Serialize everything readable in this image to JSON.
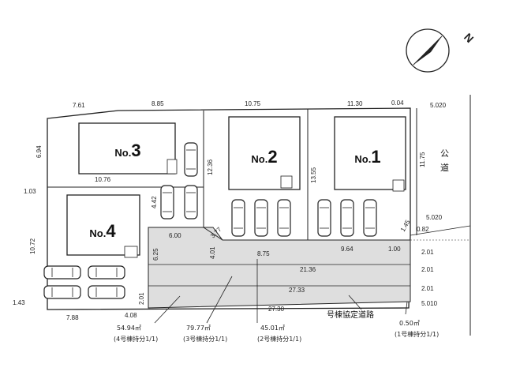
{
  "compass": {
    "label": "N"
  },
  "lots": [
    {
      "name_prefix": "No.",
      "name_number": "3"
    },
    {
      "name_prefix": "No.",
      "name_number": "2"
    },
    {
      "name_prefix": "No.",
      "name_number": "1"
    },
    {
      "name_prefix": "No.",
      "name_number": "4"
    }
  ],
  "public_road": {
    "char1": "公",
    "char2": "道"
  },
  "dimensions": {
    "top": [
      "7.61",
      "8.85",
      "10.75",
      "11.30",
      "0.04",
      "5.020"
    ],
    "left": [
      "6.94",
      "1.03",
      "10.72",
      "1.43"
    ],
    "lot3_bottom": "10.76",
    "lot3_right": "12.36",
    "lot2_right": "13.55",
    "lot1_right": "11.75",
    "lot4_top": "6.00",
    "lot4_parking": "4.42",
    "lot4_right": "6.25",
    "bottom_left": "7.88",
    "corner_a": "3.77",
    "corner_b": "4.01",
    "lot2_front": "8.75",
    "lot1_front": "9.64",
    "lot1_front_right": "1.00",
    "corner_right": "1.45",
    "right_block": "5.020",
    "right_small": [
      "0.82",
      "2.01",
      "2.01",
      "2.01"
    ],
    "right_bottom": "5.010",
    "road_row1": "21.36",
    "road_row2": "27.33",
    "road_row3": "27.30",
    "road_left_a": "4.08",
    "road_left_b": "2.01"
  },
  "shares": [
    {
      "area": "54.94㎡",
      "note": "(4号棟持分1/1)"
    },
    {
      "area": "79.77㎡",
      "note": "(3号棟持分1/1)"
    },
    {
      "area": "45.01㎡",
      "note": "(2号棟持分1/1)"
    },
    {
      "area": "0.50㎡",
      "note": "(1号棟持分1/1)"
    }
  ],
  "road_agreement_label": "号棟協定道路",
  "colors": {
    "line": "#222222",
    "road_fill": "#d9d9d9",
    "building_fill": "#ffffff"
  }
}
